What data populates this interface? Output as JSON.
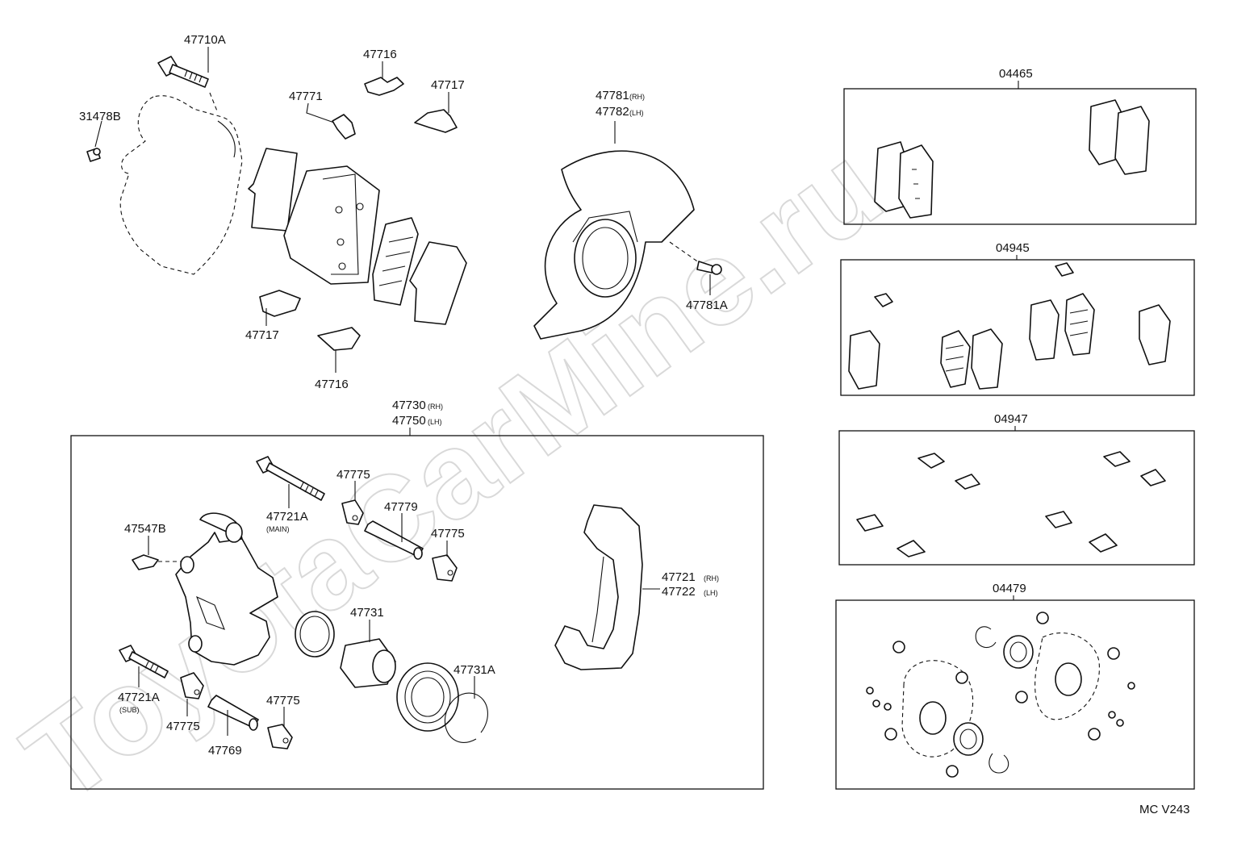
{
  "watermark": "ToyotaCarMine.ru",
  "diagram_code": "MC V243",
  "callouts": {
    "p47710A": "47710A",
    "p31478B": "31478B",
    "p47716_top": "47716",
    "p47771": "47771",
    "p47717_top": "47717",
    "p47717_bot": "47717",
    "p47716_bot": "47716",
    "p47781": "47781",
    "p47781_tag": "(RH)",
    "p47782": "47782",
    "p47782_tag": "(LH)",
    "p47781A": "47781A",
    "p47730": "47730",
    "p47730_tag": "(RH)",
    "p47750": "47750",
    "p47750_tag": "(LH)",
    "p47721A_main": "47721A",
    "p47721A_main_tag": "(MAIN)",
    "p47775_a": "47775",
    "p47779": "47779",
    "p47775_b": "47775",
    "p47547B": "47547B",
    "p47721": "47721",
    "p47721_tag": "(RH)",
    "p47722": "47722",
    "p47722_tag": "(LH)",
    "p47731": "47731",
    "p47731A": "47731A",
    "p47721A_sub": "47721A",
    "p47721A_sub_tag": "(SUB)",
    "p47775_c": "47775",
    "p47769": "47769",
    "p47775_d": "47775"
  },
  "kits": {
    "k04465": "04465",
    "k04945": "04945",
    "k04947": "04947",
    "k04479": "04479"
  }
}
